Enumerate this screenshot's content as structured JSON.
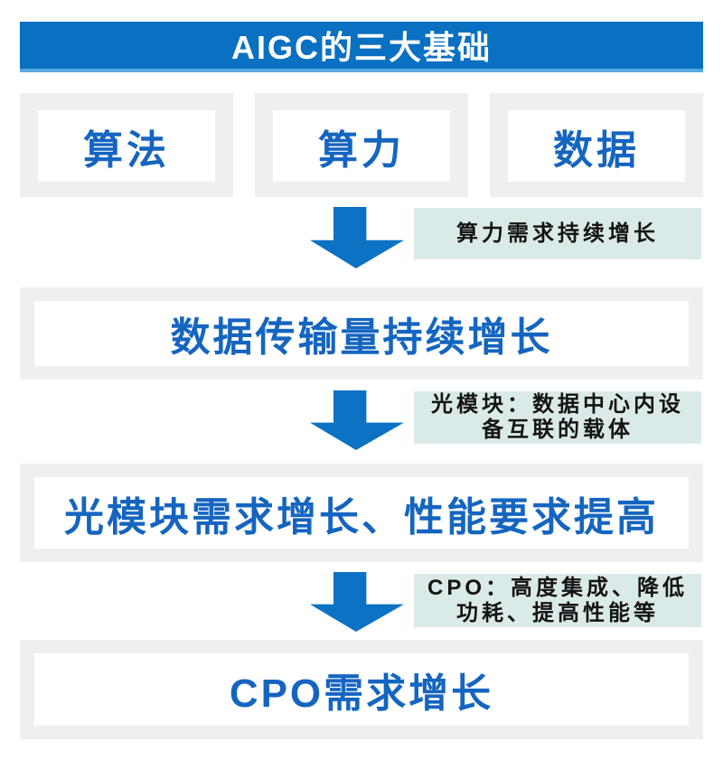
{
  "colors": {
    "title_bg": "#0a70c1",
    "title_edge": "#5aa9dc",
    "title_text": "#ffffff",
    "panel_bg": "#efeff0",
    "inner_bg": "#ffffff",
    "blue_text": "#1565c0",
    "arrow": "#0b72c4",
    "note_bg": "#daeae8",
    "note_text": "#141414"
  },
  "title": "AIGC的三大基础",
  "foundations": [
    {
      "label": "算法"
    },
    {
      "label": "算力"
    },
    {
      "label": "数据"
    }
  ],
  "flow": [
    {
      "note_lines": [
        "算力需求持续增长"
      ],
      "box": "数据传输量持续增长"
    },
    {
      "note_lines": [
        "光模块：数据中心内设",
        "备互联的载体"
      ],
      "box": "光模块需求增长、性能要求提高"
    },
    {
      "note_lines": [
        "CPO：高度集成、降低",
        "功耗、提高性能等"
      ],
      "box": "CPO需求增长"
    }
  ]
}
